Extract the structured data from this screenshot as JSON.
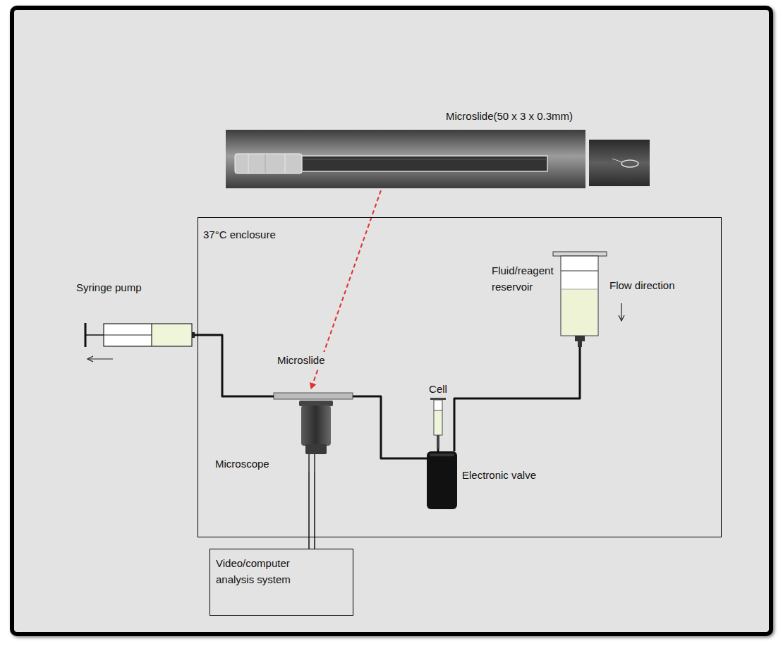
{
  "diagram": {
    "nodes": [
      {
        "text": [
          "37°C enclosure"
        ]
      },
      {
        "text": [
          "Syringe pump"
        ]
      },
      {
        "text": [
          "Microslide"
        ],
        "in": 0
      },
      {
        "text": [
          "Microscope"
        ],
        "in": 0
      },
      {
        "text": [
          "Cell"
        ],
        "in": 0
      },
      {
        "text": [
          "Electronic valve"
        ],
        "in": 0
      },
      {
        "text": [
          "Fluid/reagent reservoir"
        ],
        "in": 0
      },
      {
        "text": [
          "Video/computer analysis system"
        ]
      }
    ],
    "edges": [
      {
        "from": 1,
        "to": 2,
        "arrow": "none"
      },
      {
        "from": 2,
        "to": 5,
        "arrow": "none"
      },
      {
        "from": 4,
        "to": 5,
        "arrow": "none"
      },
      {
        "from": 5,
        "to": 6,
        "arrow": "none"
      },
      {
        "from": 3,
        "to": 7,
        "arrow": "none"
      }
    ],
    "labels": [
      "Microslide(50 x 3 x 0.3mm)",
      "Flow direction"
    ]
  }
}
